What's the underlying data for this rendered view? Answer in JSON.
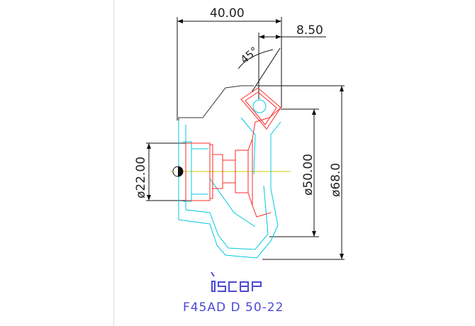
{
  "drawing": {
    "dimensions": {
      "overall_length": "40.00",
      "offset": "8.50",
      "angle": "45°",
      "bore_diameter": "ø22.00",
      "cutting_diameter": "ø50.00",
      "outer_diameter": "ø68.0"
    },
    "logo": {
      "text": "iscar",
      "color": "#4a4ad6"
    },
    "model": "F45AD D 50-22"
  },
  "colors": {
    "dimension": "#111111",
    "body_outline": "#00c8e0",
    "cutter_outline": "#ff2a2a",
    "insert_outline": "#ff2a2a",
    "centerline": "#cccc00"
  }
}
